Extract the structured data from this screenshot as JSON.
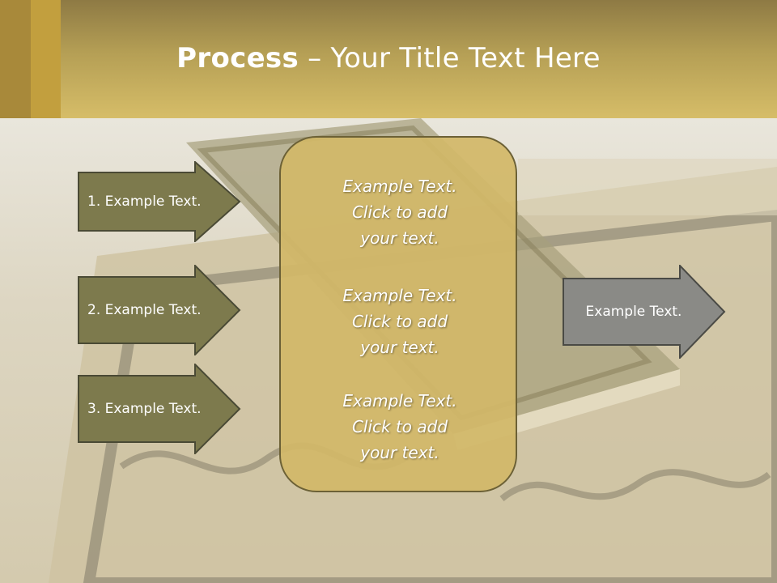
{
  "slide": {
    "title_bold": "Process",
    "title_rest": " – Your Title Text Here"
  },
  "left_arrows": [
    {
      "label": "1. Example Text."
    },
    {
      "label": "2. Example Text."
    },
    {
      "label": "3. Example Text."
    }
  ],
  "center_box": {
    "blocks": [
      {
        "line1": "Example Text.",
        "line2": "Click  to add",
        "line3": "your text."
      },
      {
        "line1": "Example Text.",
        "line2": "Click  to add",
        "line3": "your text."
      },
      {
        "line1": "Example Text.",
        "line2": "Click  to add",
        "line3": "your text."
      }
    ]
  },
  "right_arrow": {
    "label": "Example Text."
  },
  "colors": {
    "header_gold": "#c8b05e",
    "arrow_olive": "#7d7a4d",
    "center_box_fill": "#d2b868",
    "arrow_gray": "#8a8a86"
  }
}
